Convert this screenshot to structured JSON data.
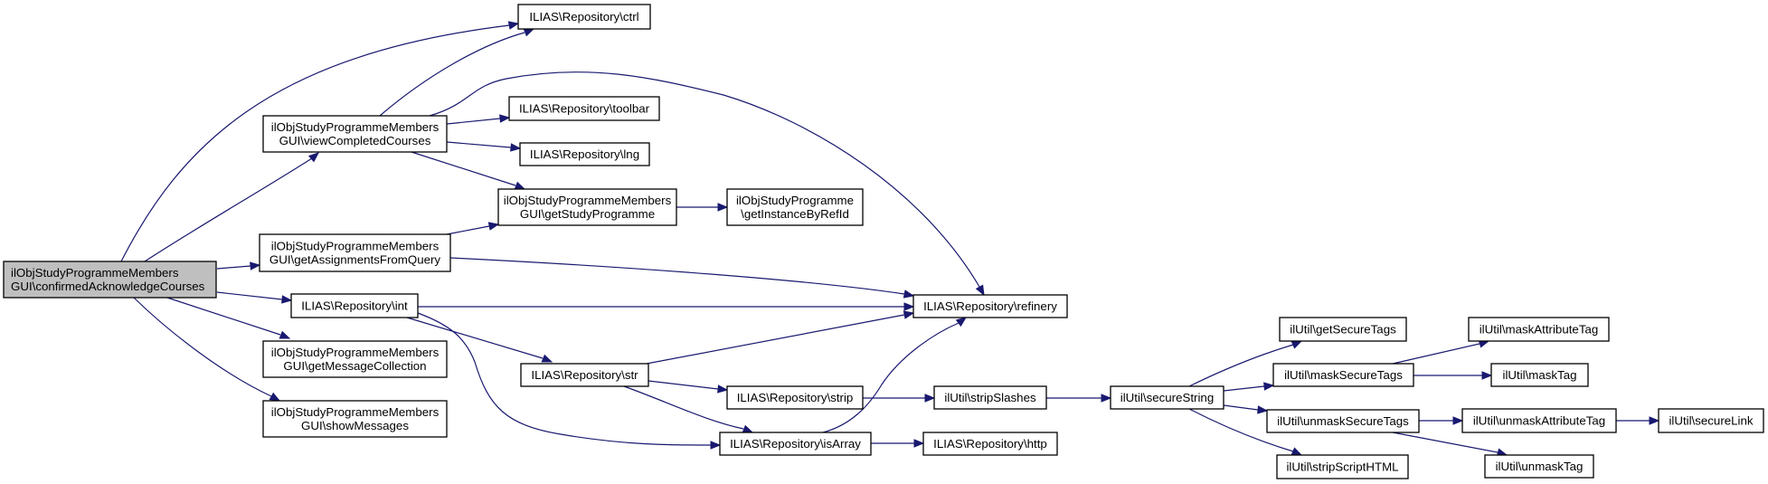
{
  "diagram": {
    "type": "call-graph",
    "colors": {
      "edge": "#191970",
      "root_fill": "#bfbfbf",
      "node_fill": "#ffffff",
      "node_border": "#000000"
    },
    "nodes": [
      {
        "id": "root",
        "lines": [
          "ilObjStudyProgrammeMembers",
          "GUI\\confirmedAcknowledgeCourses"
        ],
        "root": true
      },
      {
        "id": "viewCompletedCourses",
        "lines": [
          "ilObjStudyProgrammeMembers",
          "GUI\\viewCompletedCourses"
        ]
      },
      {
        "id": "getAssignmentsFromQuery",
        "lines": [
          "ilObjStudyProgrammeMembers",
          "GUI\\getAssignmentsFromQuery"
        ]
      },
      {
        "id": "int",
        "lines": [
          "ILIAS\\Repository\\int"
        ]
      },
      {
        "id": "getMessageCollection",
        "lines": [
          "ilObjStudyProgrammeMembers",
          "GUI\\getMessageCollection"
        ]
      },
      {
        "id": "showMessages",
        "lines": [
          "ilObjStudyProgrammeMembers",
          "GUI\\showMessages"
        ]
      },
      {
        "id": "ctrl",
        "lines": [
          "ILIAS\\Repository\\ctrl"
        ]
      },
      {
        "id": "toolbar",
        "lines": [
          "ILIAS\\Repository\\toolbar"
        ]
      },
      {
        "id": "lng",
        "lines": [
          "ILIAS\\Repository\\lng"
        ]
      },
      {
        "id": "getStudyProgramme",
        "lines": [
          "ilObjStudyProgrammeMembers",
          "GUI\\getStudyProgramme"
        ]
      },
      {
        "id": "getInstanceByRefId",
        "lines": [
          "ilObjStudyProgramme",
          "\\getInstanceByRefId"
        ]
      },
      {
        "id": "refinery",
        "lines": [
          "ILIAS\\Repository\\refinery"
        ]
      },
      {
        "id": "str",
        "lines": [
          "ILIAS\\Repository\\str"
        ]
      },
      {
        "id": "strip",
        "lines": [
          "ILIAS\\Repository\\strip"
        ]
      },
      {
        "id": "isArray",
        "lines": [
          "ILIAS\\Repository\\isArray"
        ]
      },
      {
        "id": "stripSlashes",
        "lines": [
          "ilUtil\\stripSlashes"
        ]
      },
      {
        "id": "http",
        "lines": [
          "ILIAS\\Repository\\http"
        ]
      },
      {
        "id": "secureString",
        "lines": [
          "ilUtil\\secureString"
        ]
      },
      {
        "id": "getSecureTags",
        "lines": [
          "ilUtil\\getSecureTags"
        ]
      },
      {
        "id": "maskSecureTags",
        "lines": [
          "ilUtil\\maskSecureTags"
        ]
      },
      {
        "id": "unmaskSecureTags",
        "lines": [
          "ilUtil\\unmaskSecureTags"
        ]
      },
      {
        "id": "stripScriptHTML",
        "lines": [
          "ilUtil\\stripScriptHTML"
        ]
      },
      {
        "id": "maskAttributeTag",
        "lines": [
          "ilUtil\\maskAttributeTag"
        ]
      },
      {
        "id": "maskTag",
        "lines": [
          "ilUtil\\maskTag"
        ]
      },
      {
        "id": "unmaskAttributeTag",
        "lines": [
          "ilUtil\\unmaskAttributeTag"
        ]
      },
      {
        "id": "secureLink",
        "lines": [
          "ilUtil\\secureLink"
        ]
      },
      {
        "id": "unmaskTag",
        "lines": [
          "ilUtil\\unmaskTag"
        ]
      }
    ],
    "edges": [
      {
        "from": "root",
        "to": "ctrl"
      },
      {
        "from": "root",
        "to": "viewCompletedCourses"
      },
      {
        "from": "root",
        "to": "getAssignmentsFromQuery"
      },
      {
        "from": "root",
        "to": "int"
      },
      {
        "from": "root",
        "to": "getMessageCollection"
      },
      {
        "from": "root",
        "to": "showMessages"
      },
      {
        "from": "viewCompletedCourses",
        "to": "ctrl"
      },
      {
        "from": "viewCompletedCourses",
        "to": "refinery"
      },
      {
        "from": "viewCompletedCourses",
        "to": "toolbar"
      },
      {
        "from": "viewCompletedCourses",
        "to": "lng"
      },
      {
        "from": "viewCompletedCourses",
        "to": "getStudyProgramme"
      },
      {
        "from": "getAssignmentsFromQuery",
        "to": "getStudyProgramme"
      },
      {
        "from": "getAssignmentsFromQuery",
        "to": "refinery"
      },
      {
        "from": "getStudyProgramme",
        "to": "getInstanceByRefId"
      },
      {
        "from": "int",
        "to": "refinery"
      },
      {
        "from": "int",
        "to": "str"
      },
      {
        "from": "int",
        "to": "isArray"
      },
      {
        "from": "str",
        "to": "refinery"
      },
      {
        "from": "str",
        "to": "strip"
      },
      {
        "from": "str",
        "to": "isArray"
      },
      {
        "from": "strip",
        "to": "stripSlashes"
      },
      {
        "from": "isArray",
        "to": "refinery"
      },
      {
        "from": "isArray",
        "to": "http"
      },
      {
        "from": "stripSlashes",
        "to": "secureString"
      },
      {
        "from": "secureString",
        "to": "getSecureTags"
      },
      {
        "from": "secureString",
        "to": "maskSecureTags"
      },
      {
        "from": "secureString",
        "to": "unmaskSecureTags"
      },
      {
        "from": "secureString",
        "to": "stripScriptHTML"
      },
      {
        "from": "maskSecureTags",
        "to": "maskAttributeTag"
      },
      {
        "from": "maskSecureTags",
        "to": "maskTag"
      },
      {
        "from": "unmaskSecureTags",
        "to": "unmaskAttributeTag"
      },
      {
        "from": "unmaskSecureTags",
        "to": "unmaskTag"
      },
      {
        "from": "unmaskAttributeTag",
        "to": "secureLink"
      }
    ]
  }
}
